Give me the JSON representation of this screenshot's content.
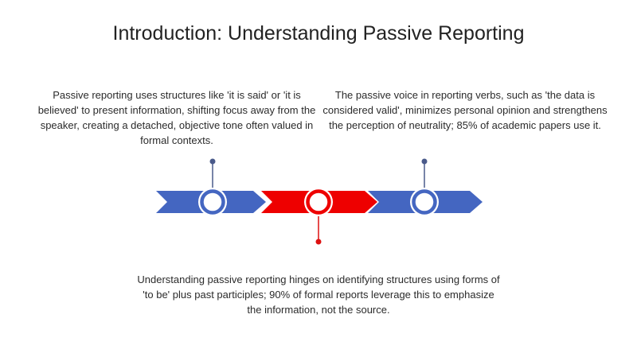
{
  "slide": {
    "title": "Introduction: Understanding Passive Reporting"
  },
  "colors": {
    "blue": "#4466c1",
    "red": "#ee0000",
    "blue_dark": "#3d5aad",
    "connector_blue": "#4a5a8a",
    "connector_red": "#dd1111"
  },
  "timeline": {
    "points": [
      {
        "text": "Passive reporting uses structures like 'it is said' or 'it is believed' to present information, shifting focus away from the speaker, creating a detached, objective tone often valued in formal contexts.",
        "color": "#4466c1"
      },
      {
        "text": "Understanding passive reporting hinges on identifying structures using forms of 'to be' plus past participles; 90% of formal reports leverage this to emphasize the information, not the source.",
        "color": "#ee0000"
      },
      {
        "text": "The passive voice in reporting verbs, such as 'the data is considered valid', minimizes personal opinion and strengthens the perception of neutrality; 85% of academic papers use it.",
        "color": "#4466c1"
      }
    ]
  }
}
